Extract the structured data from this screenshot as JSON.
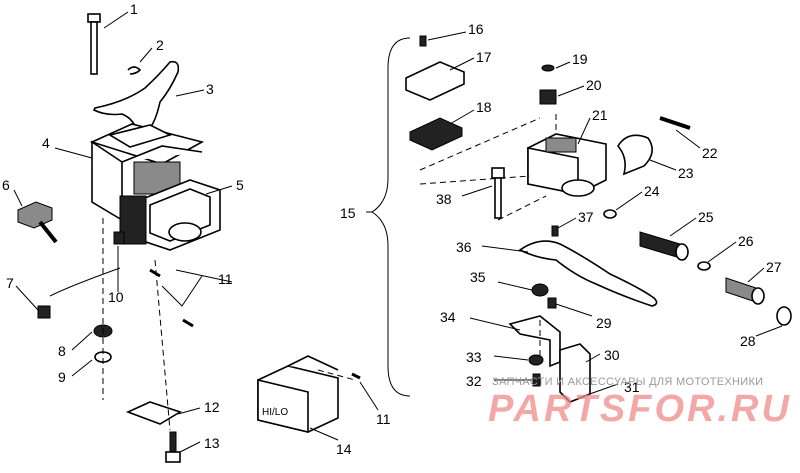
{
  "callouts": [
    {
      "id": "c1",
      "label": "1"
    },
    {
      "id": "c2",
      "label": "2"
    },
    {
      "id": "c3",
      "label": "3"
    },
    {
      "id": "c4",
      "label": "4"
    },
    {
      "id": "c5",
      "label": "5"
    },
    {
      "id": "c6",
      "label": "6"
    },
    {
      "id": "c7",
      "label": "7"
    },
    {
      "id": "c8",
      "label": "8"
    },
    {
      "id": "c9",
      "label": "9"
    },
    {
      "id": "c10",
      "label": "10"
    },
    {
      "id": "c11a",
      "label": "11"
    },
    {
      "id": "c11b",
      "label": "11"
    },
    {
      "id": "c12",
      "label": "12"
    },
    {
      "id": "c13",
      "label": "13"
    },
    {
      "id": "c14",
      "label": "14"
    },
    {
      "id": "c15",
      "label": "15"
    },
    {
      "id": "c16",
      "label": "16"
    },
    {
      "id": "c17",
      "label": "17"
    },
    {
      "id": "c18",
      "label": "18"
    },
    {
      "id": "c19",
      "label": "19"
    },
    {
      "id": "c20",
      "label": "20"
    },
    {
      "id": "c21",
      "label": "21"
    },
    {
      "id": "c22",
      "label": "22"
    },
    {
      "id": "c23",
      "label": "23"
    },
    {
      "id": "c24",
      "label": "24"
    },
    {
      "id": "c25",
      "label": "25"
    },
    {
      "id": "c26",
      "label": "26"
    },
    {
      "id": "c27",
      "label": "27"
    },
    {
      "id": "c28",
      "label": "28"
    },
    {
      "id": "c29",
      "label": "29"
    },
    {
      "id": "c30",
      "label": "30"
    },
    {
      "id": "c31",
      "label": "31"
    },
    {
      "id": "c32",
      "label": "32"
    },
    {
      "id": "c33",
      "label": "33"
    },
    {
      "id": "c34",
      "label": "34"
    },
    {
      "id": "c35",
      "label": "35"
    },
    {
      "id": "c36",
      "label": "36"
    },
    {
      "id": "c37",
      "label": "37"
    },
    {
      "id": "c38",
      "label": "38"
    }
  ],
  "switch_label": "HI/LO",
  "watermark": {
    "caption": "ЗАПЧАСТИ И АКСЕССУАРЫ ДЛЯ МОТОТЕХНИКИ",
    "brand": "PARTSFOR.RU"
  },
  "colors": {
    "line": "#000000",
    "background": "#ffffff",
    "watermark": "#f08a8a"
  }
}
